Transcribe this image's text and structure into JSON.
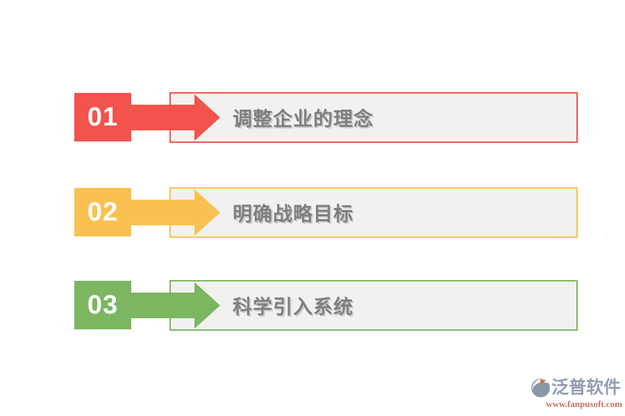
{
  "page": {
    "background": "#FFFFFF"
  },
  "items": [
    {
      "number": "01",
      "label": "调整企业的理念",
      "accent": "#F2534C"
    },
    {
      "number": "02",
      "label": "明确战略目标",
      "accent": "#FAC151"
    },
    {
      "number": "03",
      "label": "科学引入系统",
      "accent": "#7CB661"
    }
  ],
  "styles": {
    "bar_fill": "#F1F1F0",
    "label_color": "#7F7F7F",
    "number_color": "#FFFFFF"
  },
  "watermark": {
    "brand": "泛普软件",
    "url": "www.fanpusoft.com",
    "brand_color": "#929CB0",
    "url_color": "#C4725F",
    "icon": "fanpu-logo-icon",
    "icon_base_color": "#8D96A8",
    "icon_accent_color": "#CE6A4E",
    "icon_swoosh_color": "#FFFFFF"
  }
}
